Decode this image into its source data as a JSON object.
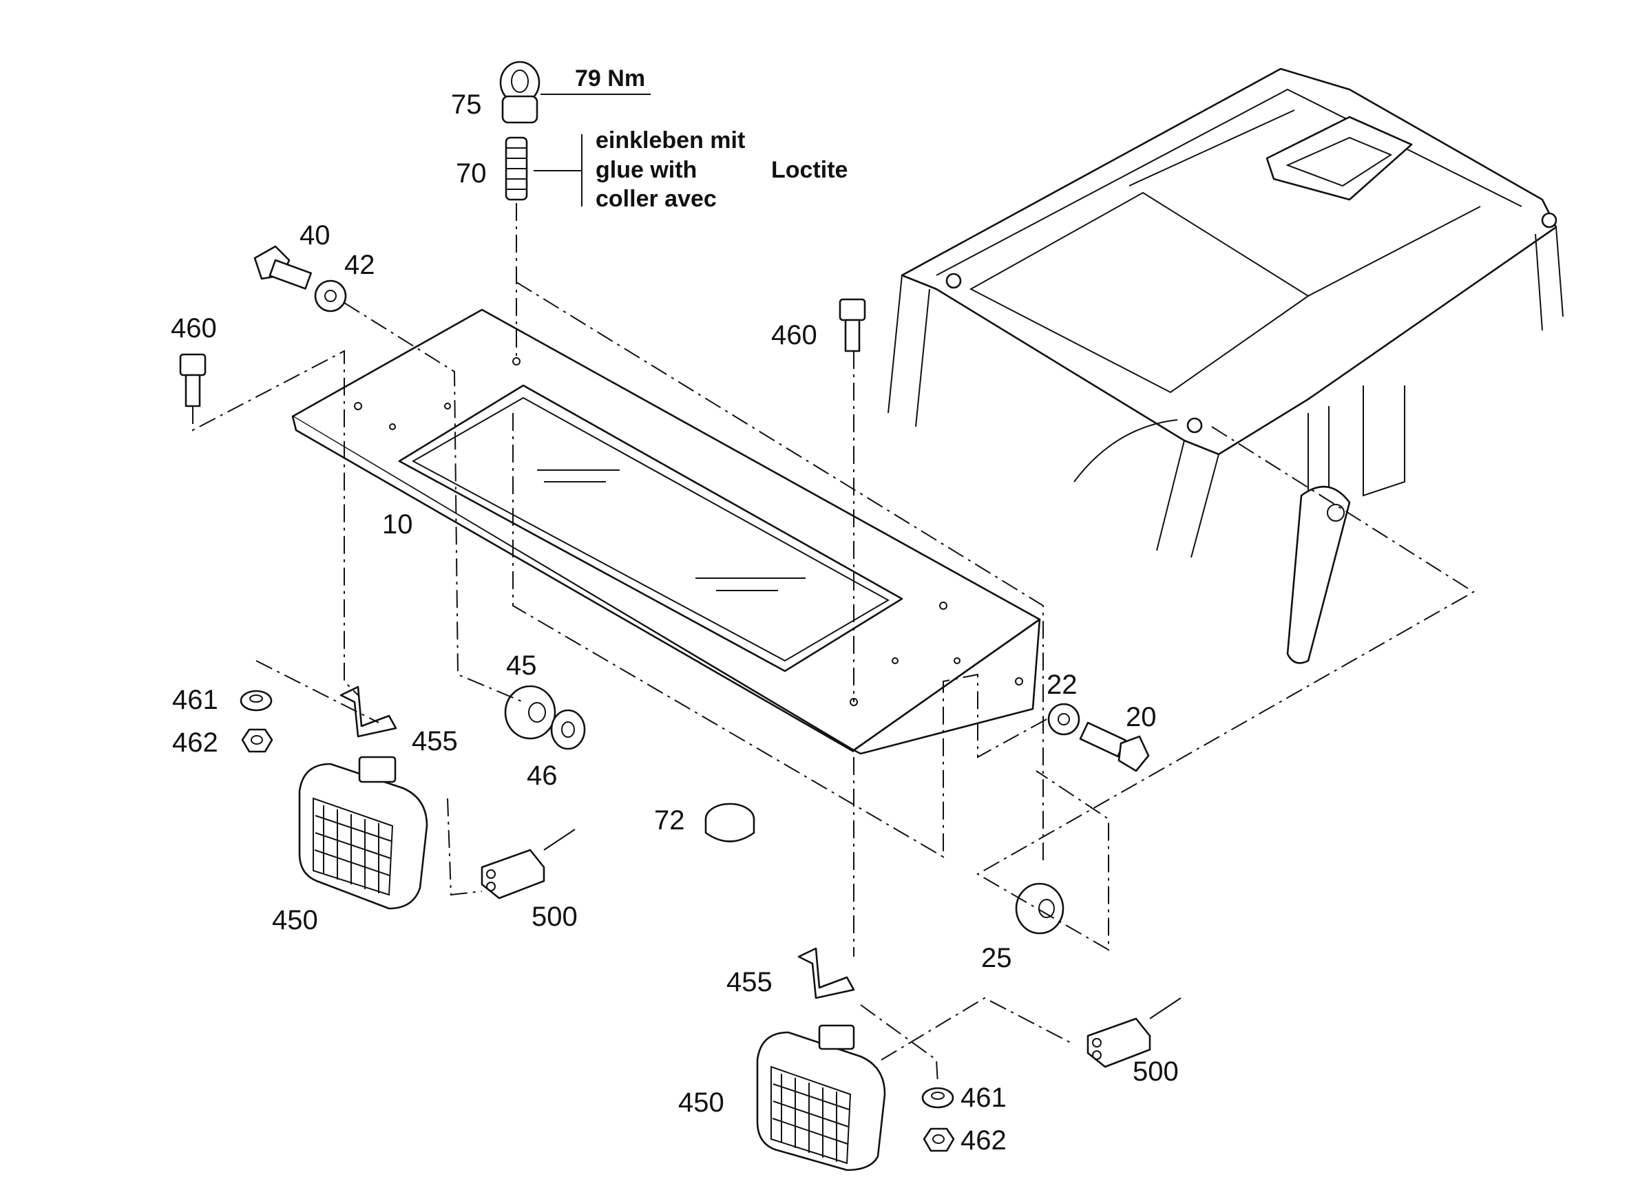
{
  "labels": {
    "p75": "75",
    "p70": "70",
    "p40": "40",
    "p42": "42",
    "p460a": "460",
    "p460b": "460",
    "p10": "10",
    "p45": "45",
    "p46": "46",
    "p461a": "461",
    "p462a": "462",
    "p455a": "455",
    "p450a": "450",
    "p500a": "500",
    "p72": "72",
    "p22": "22",
    "p20": "20",
    "p25": "25",
    "p455b": "455",
    "p450b": "450",
    "p500b": "500",
    "p461b": "461",
    "p462b": "462"
  },
  "notes": {
    "torque": "79 Nm",
    "glue_de": "einkleben mit",
    "glue_en": "glue with",
    "glue_fr": "coller avec",
    "adhesive": "Loctite"
  }
}
